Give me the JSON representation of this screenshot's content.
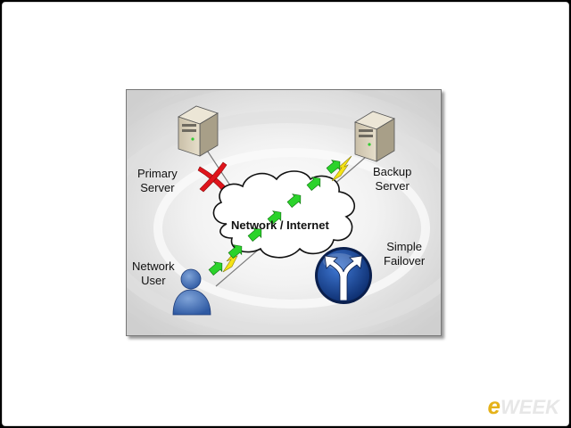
{
  "diagram": {
    "nodes": {
      "primary_server": {
        "line1": "Primary",
        "line2": "Server"
      },
      "backup_server": {
        "line1": "Backup",
        "line2": "Server"
      },
      "network": {
        "label": "Network / Internet"
      },
      "network_user": {
        "line1": "Network",
        "line2": "User"
      },
      "failover": {
        "line1": "Simple",
        "line2": "Failover"
      }
    },
    "colors": {
      "arrow": "#2bd32b",
      "lightning": "#f5e316",
      "failure_x": "#e0141c",
      "failover_icon": "#1f4fa8"
    }
  },
  "watermark": {
    "letter": "e",
    "rest": "WEEK"
  }
}
